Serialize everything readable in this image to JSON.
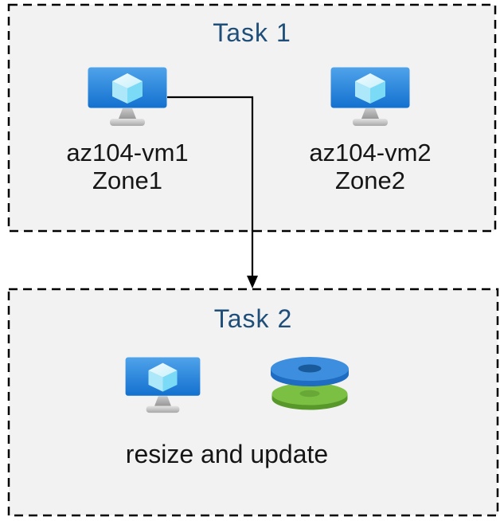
{
  "diagram": {
    "type": "azure-tasks-flow",
    "background": "#ffffff"
  },
  "colors": {
    "box_fill": "#f2f2f2",
    "box_border": "#000000",
    "title_text": "#1f4e79",
    "label_text": "#151515",
    "arrow": "#000000",
    "vm_screen_top": "#4fa3ea",
    "vm_screen_bottom": "#1370cf",
    "disk_blue_top": "#3e8ee0",
    "disk_blue_side": "#1e6dc2",
    "disk_green_top": "#7bc043",
    "disk_green_side": "#58982a"
  },
  "task1": {
    "title": "Task 1",
    "vms": [
      {
        "name": "az104-vm1",
        "zone": "Zone1"
      },
      {
        "name": "az104-vm2",
        "zone": "Zone2"
      }
    ]
  },
  "task2": {
    "title": "Task 2",
    "caption": "resize and update"
  },
  "icons": {
    "vm": "azure-virtual-machine-icon",
    "disks": "azure-managed-disks-icon",
    "connector": "elbow-arrow-down"
  }
}
